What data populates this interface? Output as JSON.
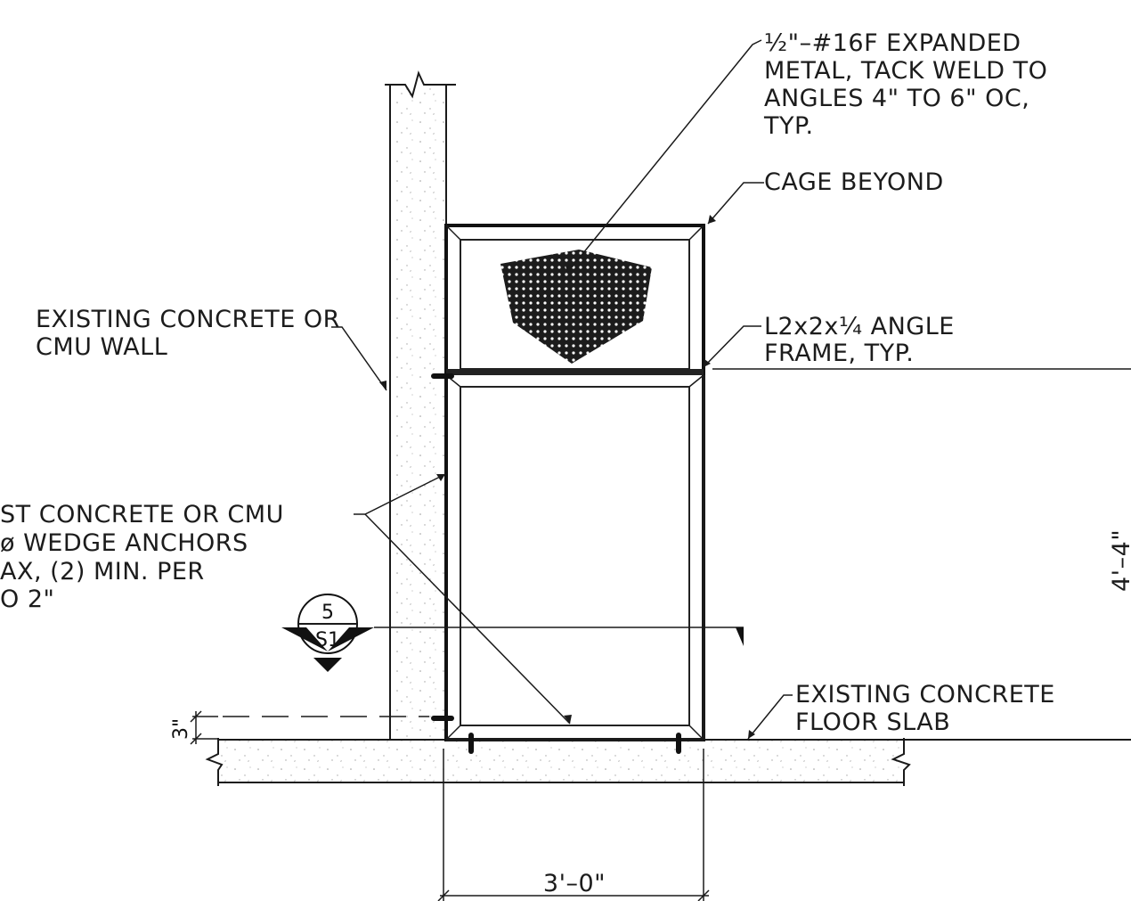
{
  "notes": {
    "mesh": [
      "½\"–#16F EXPANDED",
      "METAL, TACK WELD TO",
      "ANGLES 4\" TO 6\" OC,",
      "TYP."
    ],
    "cage": "CAGE BEYOND",
    "wall": [
      "EXISTING CONCRETE OR",
      "CMU WALL"
    ],
    "angle": [
      "L2x2x¼ ANGLE",
      "FRAME, TYP."
    ],
    "anchors": [
      "ST CONCRETE OR CMU",
      "ø WEDGE ANCHORS",
      "AX, (2) MIN. PER",
      "O 2\""
    ],
    "slab": [
      "EXISTING CONCRETE",
      "FLOOR SLAB"
    ]
  },
  "section_marker": {
    "number": "5",
    "sheet": "S1"
  },
  "dimensions": {
    "width": "3'–0\"",
    "height": "4'–4\"",
    "offset": "3\""
  }
}
